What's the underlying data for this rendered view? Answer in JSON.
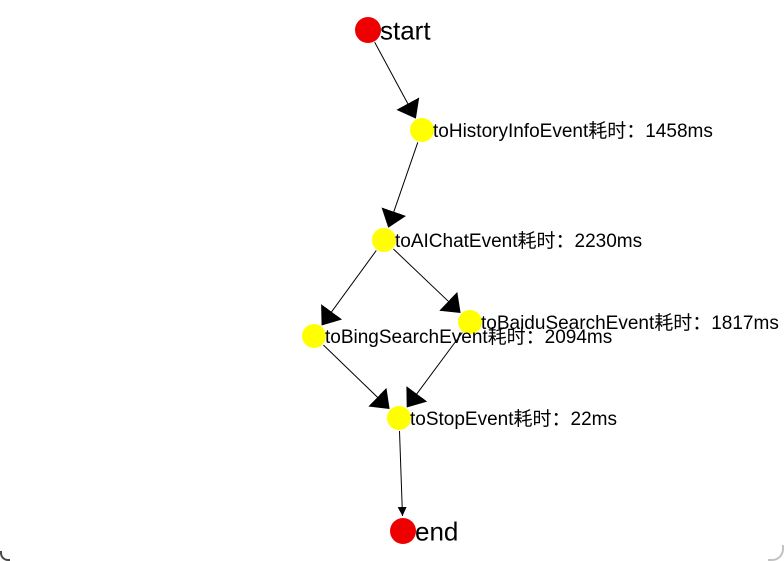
{
  "diagram": {
    "type": "directed-graph",
    "background": "#ffffff",
    "edge_color": "#000000",
    "text_color": "#000000",
    "nodes": {
      "start": {
        "label": "start",
        "color": "#ee0000",
        "kind": "terminal"
      },
      "history": {
        "label": "toHistoryInfoEvent耗时：1458ms",
        "color": "#ffff00",
        "event": "toHistoryInfoEvent",
        "duration_ms": 1458
      },
      "aichat": {
        "label": "toAIChatEvent耗时：2230ms",
        "color": "#ffff00",
        "event": "toAIChatEvent",
        "duration_ms": 2230
      },
      "bing": {
        "label": "toBingSearchEvent耗时：2094ms",
        "color": "#ffff00",
        "event": "toBingSearchEvent",
        "duration_ms": 2094
      },
      "baidu": {
        "label": "toBaiduSearchEvent耗时：1817ms",
        "color": "#ffff00",
        "event": "toBaiduSearchEvent",
        "duration_ms": 1817
      },
      "stop": {
        "label": "toStopEvent耗时：22ms",
        "color": "#ffff00",
        "event": "toStopEvent",
        "duration_ms": 22
      },
      "end": {
        "label": "end",
        "color": "#ee0000",
        "kind": "terminal"
      }
    },
    "edges": [
      {
        "from": "start",
        "to": "toHistoryInfoEvent"
      },
      {
        "from": "toHistoryInfoEvent",
        "to": "toAIChatEvent"
      },
      {
        "from": "toAIChatEvent",
        "to": "toBingSearchEvent"
      },
      {
        "from": "toAIChatEvent",
        "to": "toBaiduSearchEvent"
      },
      {
        "from": "toBingSearchEvent",
        "to": "toStopEvent"
      },
      {
        "from": "toBaiduSearchEvent",
        "to": "toStopEvent"
      },
      {
        "from": "toStopEvent",
        "to": "end"
      }
    ]
  }
}
